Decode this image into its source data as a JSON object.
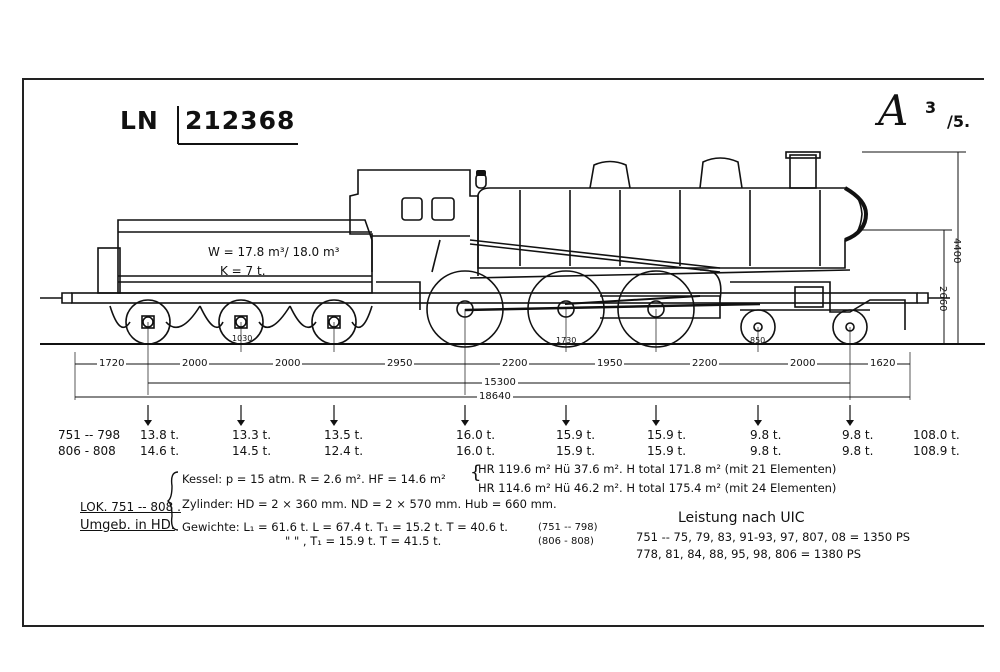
{
  "drawing": {
    "ln_label": "LN",
    "ln_number": "212368",
    "class_main": "A",
    "class_sup": "3",
    "class_den": "/5."
  },
  "tender": {
    "water": "W = 17.8 m³/ 18.0 m³",
    "coal": "K = 7 t."
  },
  "heights": {
    "boiler": "4400",
    "axis": "2660"
  },
  "wheel_labels": [
    "1030",
    "1730",
    "850"
  ],
  "spacings": [
    "1720",
    "2000",
    "2000",
    "2950",
    "2200",
    "1950",
    "2200",
    "2000",
    "1620"
  ],
  "totals": {
    "engine": "15300",
    "overall": "18640"
  },
  "axle_loads": {
    "row1_label": "751 -- 798",
    "row2_label": "806 - 808",
    "row1": [
      "13.8 t.",
      "13.3 t.",
      "13.5 t.",
      "16.0 t.",
      "15.9 t.",
      "15.9 t.",
      "9.8 t.",
      "9.8 t.",
      "108.0 t."
    ],
    "row2": [
      "14.6 t.",
      "14.5 t.",
      "12.4 t.",
      "16.0 t.",
      "15.9 t.",
      "15.9 t.",
      "9.8 t.",
      "9.8 t.",
      "108.9 t."
    ]
  },
  "lok": {
    "label": "LOK. 751 -- 808 .",
    "rebuilt": "Umgeb. in HD."
  },
  "specs": {
    "kessel": "Kessel: p = 15 atm.  R = 2.6 m².  HF = 14.6 m²",
    "hr1": "HR 119.6 m²  Hü 37.6 m².  H total 171.8 m² (mit 21 Elementen)",
    "hr2": "HR 114.6 m²  Hü 46.2 m².  H total 175.4 m² (mit 24 Elementen)",
    "zylinder": "Zylinder: HD = 2 × 360 mm.  ND = 2 × 570 mm.  Hub = 660 mm.",
    "gewichte": "Gewichte: L₁ = 61.6 t.  L = 67.4 t.  T₁ = 15.2 t.  T = 40.6 t.",
    "gewichte_note": "(751 -- 798)",
    "gewichte2": "\"          \"    , T₁ = 15.9 t.  T = 41.5 t.",
    "gewichte2_note": "(806 - 808)"
  },
  "leistung": {
    "title": "Leistung nach UIC",
    "row1": "751 -- 75, 79, 83, 91-93, 97, 807, 08 = 1350 PS",
    "row2": "778, 81, 84, 88, 95, 98, 806          = 1380 PS"
  }
}
